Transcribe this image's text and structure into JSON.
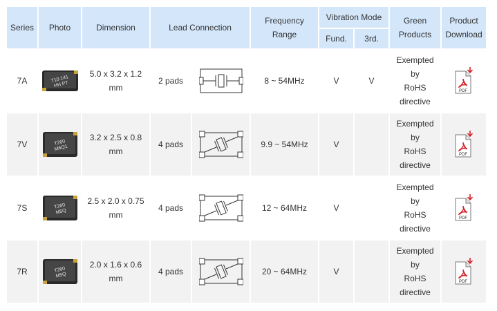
{
  "table": {
    "headers": {
      "series": "Series",
      "photo": "Photo",
      "dimension": "Dimension",
      "lead": "Lead Connection",
      "frequency_line1": "Frequency",
      "frequency_line2": "Range",
      "vibration": "Vibration Mode",
      "fund": "Fund.",
      "third": "3rd.",
      "green_line1": "Green",
      "green_line2": "Products",
      "download_line1": "Product",
      "download_line2": "Download"
    },
    "rows": [
      {
        "series": "7A",
        "photo_marking_1": "T10.141",
        "photo_marking_2": "HH P7",
        "dim_line1": "5.0 x 3.2 x 1.2",
        "dim_line2": "mm",
        "lead": "2 pads",
        "lead_diagram": "2-pad-crystal-icon",
        "frequency": "8 ~ 54MHz",
        "fund": "V",
        "third": "V",
        "green": [
          "Exempted",
          "by",
          "RoHS",
          "directive"
        ],
        "pdf_label": "PDF"
      },
      {
        "series": "7V",
        "photo_marking_1": "T260",
        "photo_marking_2": "M6Q1",
        "dim_line1": "3.2 x 2.5 x 0.8",
        "dim_line2": "mm",
        "lead": "4 pads",
        "lead_diagram": "4-pad-crystal-icon",
        "frequency": "9.9 ~ 54MHz",
        "fund": "V",
        "third": "",
        "green": [
          "Exempted",
          "by",
          "RoHS",
          "directive"
        ],
        "pdf_label": "PDF"
      },
      {
        "series": "7S",
        "photo_marking_1": "T260",
        "photo_marking_2": "M5Q",
        "dim_line1": "2.5 x 2.0 x 0.75",
        "dim_line2": "mm",
        "lead": "4 pads",
        "lead_diagram": "4-pad-crystal-icon",
        "frequency": "12 ~ 64MHz",
        "fund": "V",
        "third": "",
        "green": [
          "Exempted",
          "by",
          "RoHS",
          "directive"
        ],
        "pdf_label": "PDF"
      },
      {
        "series": "7R",
        "photo_marking_1": "T260",
        "photo_marking_2": "M5Q",
        "dim_line1": "2.0 x 1.6 x 0.6",
        "dim_line2": "mm",
        "lead": "4 pads",
        "lead_diagram": "4-pad-crystal-icon",
        "frequency": "20 ~ 64MHz",
        "fund": "V",
        "third": "",
        "green": [
          "Exempted",
          "by",
          "RoHS",
          "directive"
        ],
        "pdf_label": "PDF"
      }
    ]
  },
  "colors": {
    "header_bg": "#d3e6fa",
    "row_alt_bg": "#f2f2f2",
    "text": "#333333",
    "pdf_red": "#d2232a"
  }
}
